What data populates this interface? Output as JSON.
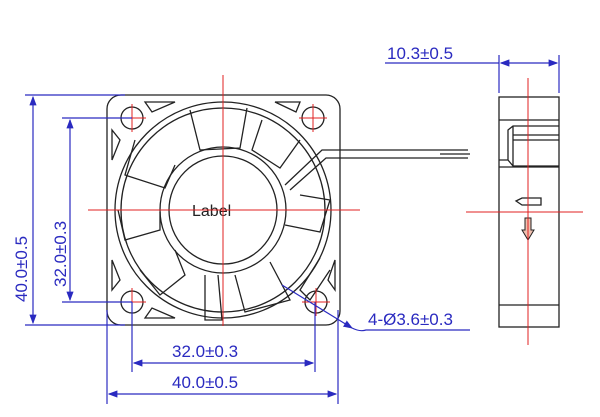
{
  "drawing": {
    "hub_label": "Label",
    "dimensions": {
      "overall_height": "40.0±0.5",
      "hole_spacing_vertical": "32.0±0.3",
      "hole_spacing_horizontal": "32.0±0.3",
      "overall_width": "40.0±0.5",
      "thickness": "10.3±0.5",
      "mounting_holes": "4-Ø3.6±0.3"
    },
    "colors": {
      "outline": "#222222",
      "dimension": "#2a2ac0",
      "centerline": "#e02020"
    }
  }
}
